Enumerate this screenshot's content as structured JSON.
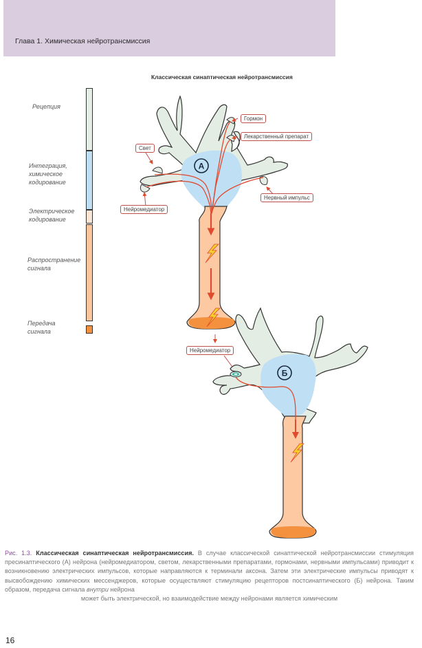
{
  "header": {
    "chapter_title": "Глава 1. Химическая нейротрансмиссия",
    "color": "#dacde0"
  },
  "figure": {
    "title": "Классическая синаптическая нейротрансмиссия",
    "stages": [
      {
        "label": "Рецепция",
        "color": "#e6efe5"
      },
      {
        "label": "Интеграция, химическое кодирование",
        "color": "#bfdff5"
      },
      {
        "label": "Электрическое кодирование",
        "color": "#fbe6d6"
      },
      {
        "label": "Распространение сигнала",
        "color": "#fcc79c"
      },
      {
        "label": "Передача сигнала",
        "color": "#f3913f"
      }
    ],
    "neuron_a_label": "А",
    "neuron_b_label": "Б",
    "callouts": {
      "hormone": "Гормон",
      "drug": "Лекарственный препарат",
      "light": "Свет",
      "nerve_impulse": "Нервный импульс",
      "neurotransmitter_a": "Нейромедиатор",
      "neurotransmitter_out": "Нейромедиатор"
    },
    "colors": {
      "dendrite": "#e4ede3",
      "soma": "#bfdff5",
      "axon": "#fcc9a3",
      "terminal": "#f3913f",
      "signal": "#e04a2f",
      "callout_border": "#c0504d"
    }
  },
  "caption": {
    "fig_number": "Рис. 1.3.",
    "fig_heading": "Классическая синаптическая нейротрансмиссия.",
    "body": "В случае классической синаптической нейротрансмиссии стимуляция пресинаптического (А) нейрона (нейромедиатором, светом, лекарственными препаратами, гормонами, нервными импульсами) приводит к возникновению электрических импульсов, которые направляются к терминали аксона. Затем эти электрические импульсы приводят к высвобождению химических мессенджеров, которые осуществляют стимуляцию рецепторов постсинаптического (Б) нейрона. Таким образом, передача сигнала ",
    "emphasis": "внутри",
    "body_end": " нейрона",
    "last_line": "может быть электрической, но взаимодействие между нейронами является химическим"
  },
  "page_number": "16"
}
